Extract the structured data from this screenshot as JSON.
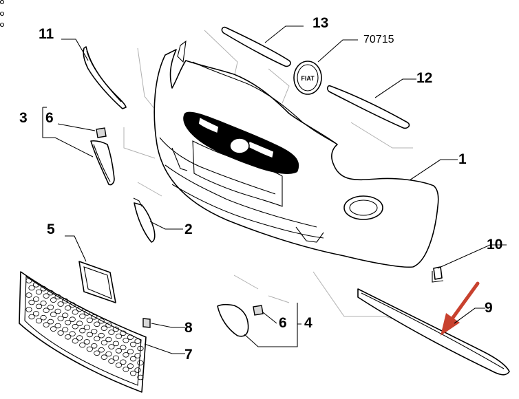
{
  "callouts": {
    "c1": "1",
    "c2": "2",
    "c3": "3",
    "c4": "4",
    "c5": "5",
    "c6a": "6",
    "c6b": "6",
    "c7": "7",
    "c8": "8",
    "c9": "9",
    "c10": "10",
    "c11": "11",
    "c12": "12",
    "c13": "13",
    "c70715": "70715"
  },
  "badge_text": "FIAT",
  "colors": {
    "line": "#000000",
    "ghost": "#b0b0b0",
    "arrow": "#c8412e"
  }
}
